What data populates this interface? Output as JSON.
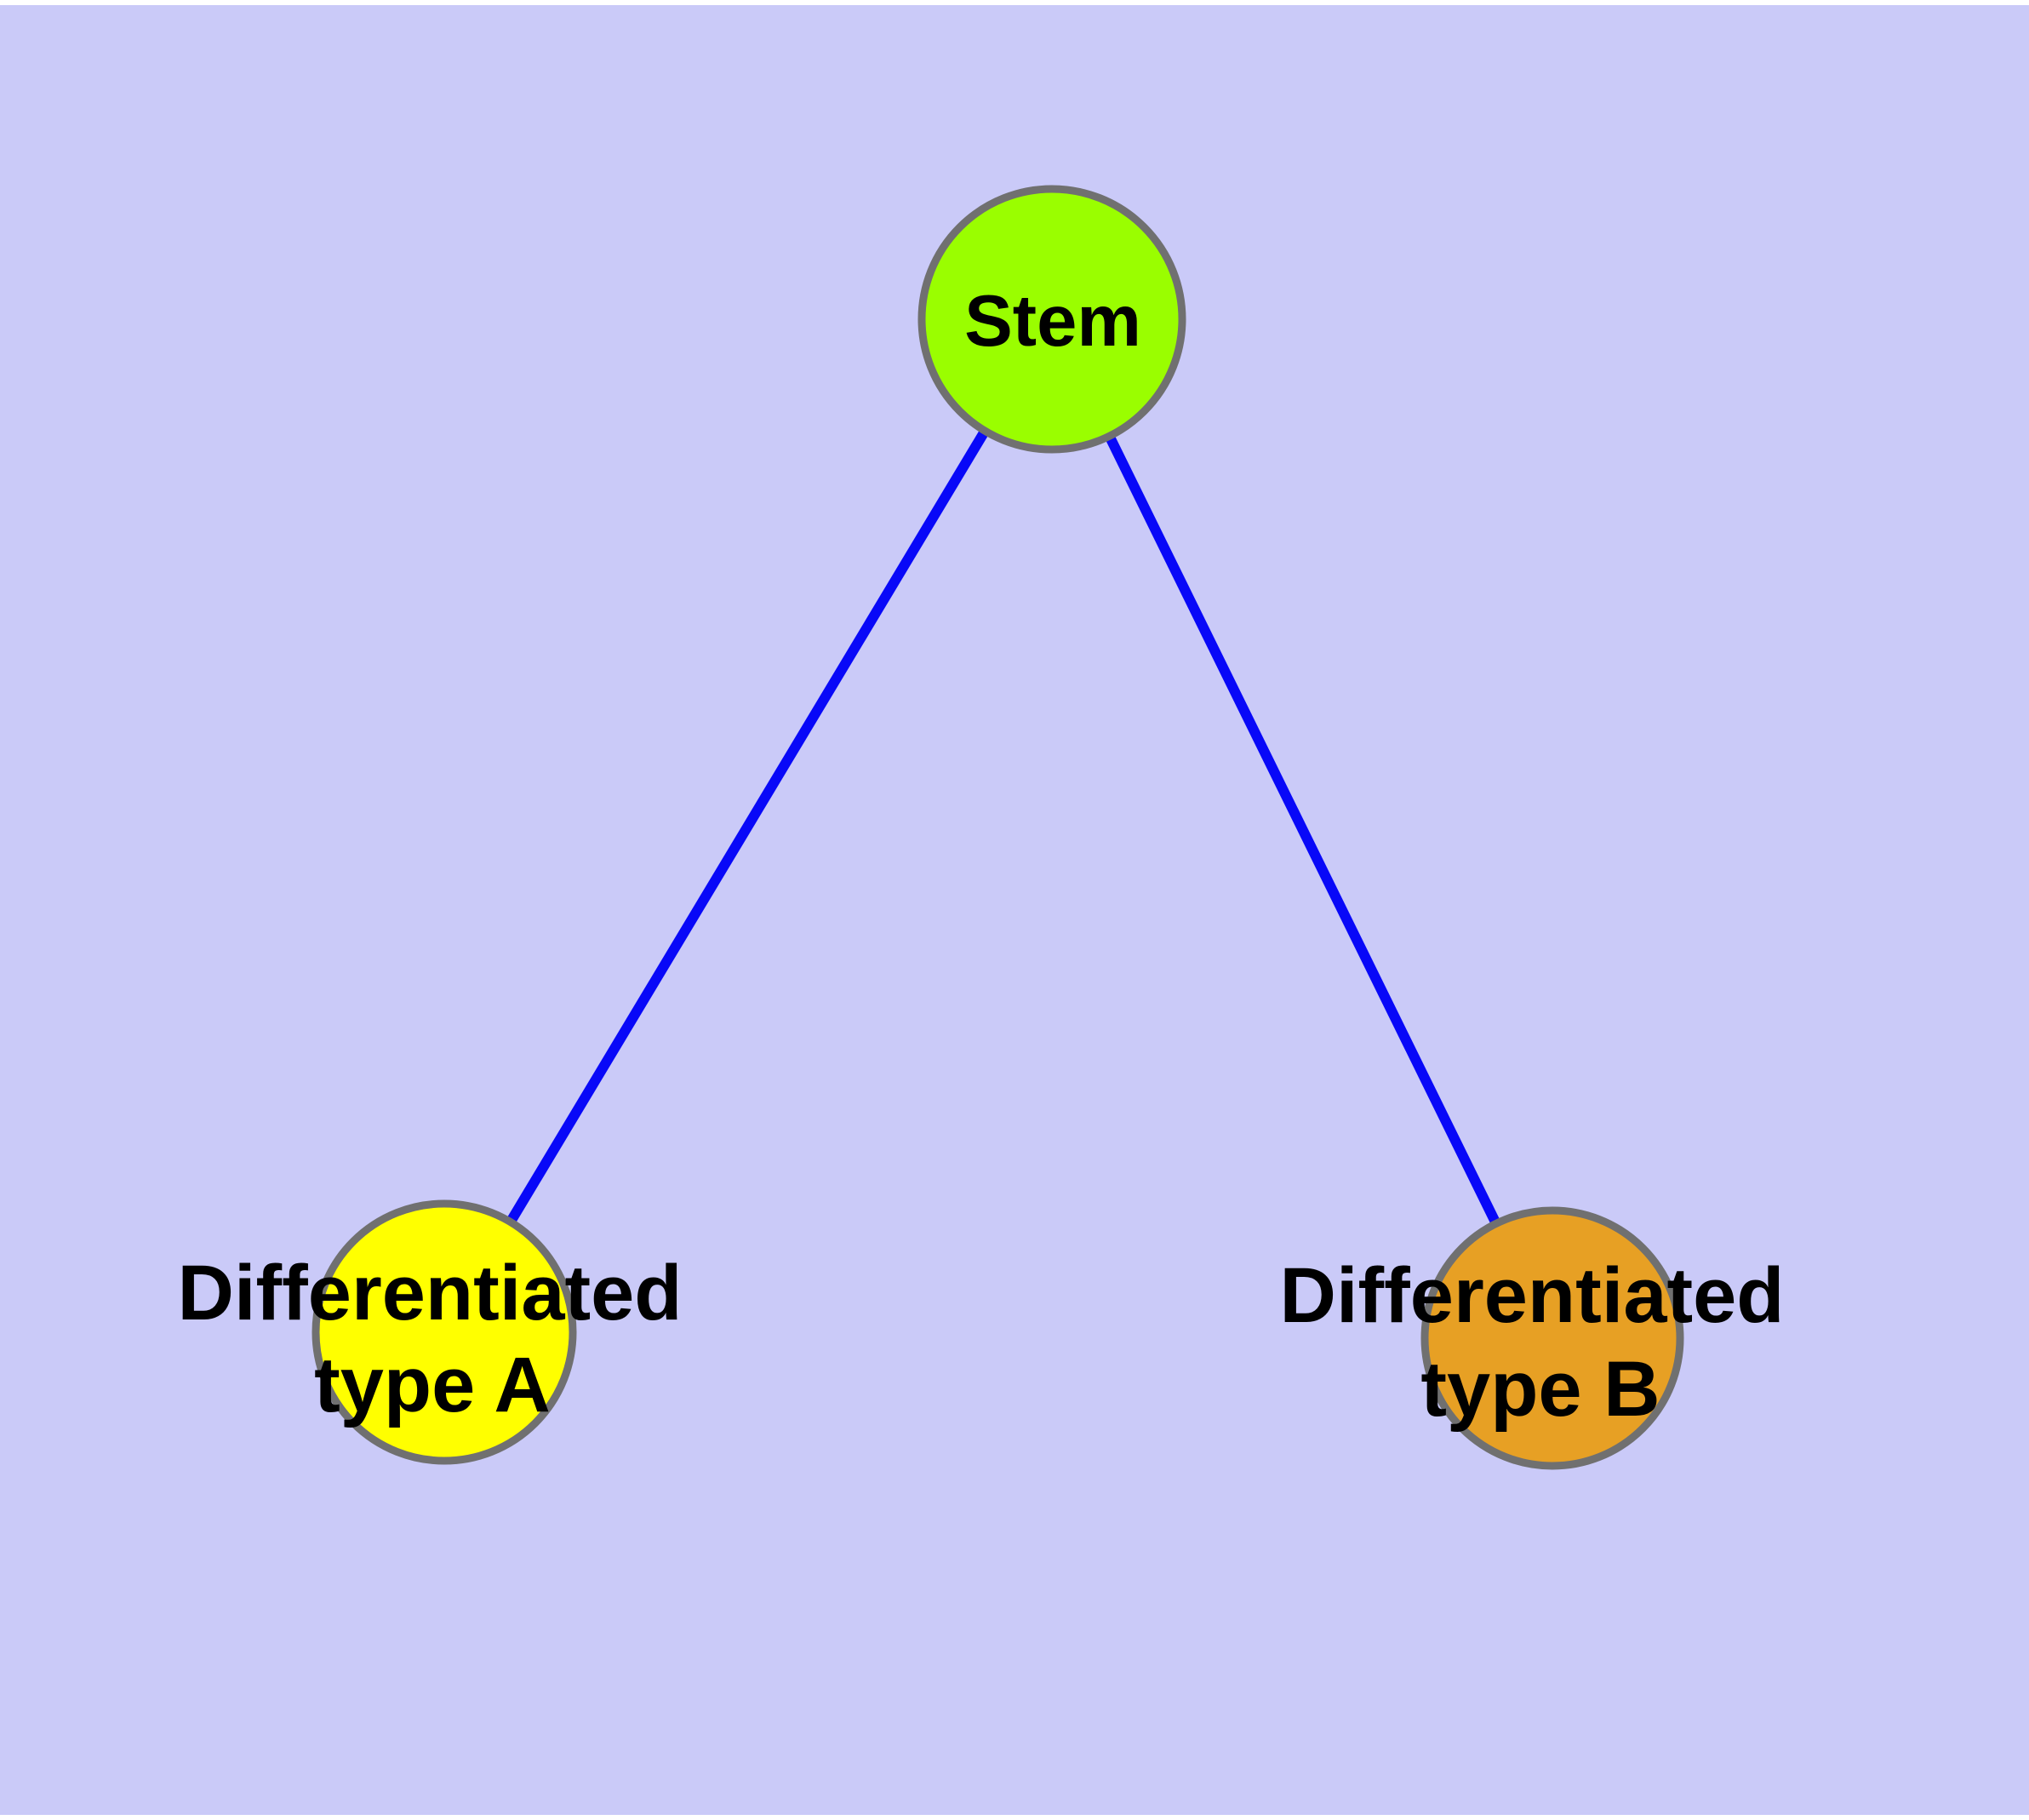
{
  "diagram": {
    "background_color": "#cacaf8",
    "outer_background": "#ffffff",
    "edge_color": "#0808f8",
    "node_border_color": "#707070",
    "nodes": {
      "stem": {
        "label": "Stem",
        "color": "#9afe00"
      },
      "type_a": {
        "label_line1": "Differentiated",
        "label_line2": "type A",
        "color": "#ffff00"
      },
      "type_b": {
        "label_line1": "Differentiated",
        "label_line2": "type B",
        "color": "#e7a024"
      }
    },
    "edges": [
      {
        "from": "Stem",
        "to": "Differentiated type A"
      },
      {
        "from": "Stem",
        "to": "Differentiated type B"
      }
    ]
  }
}
